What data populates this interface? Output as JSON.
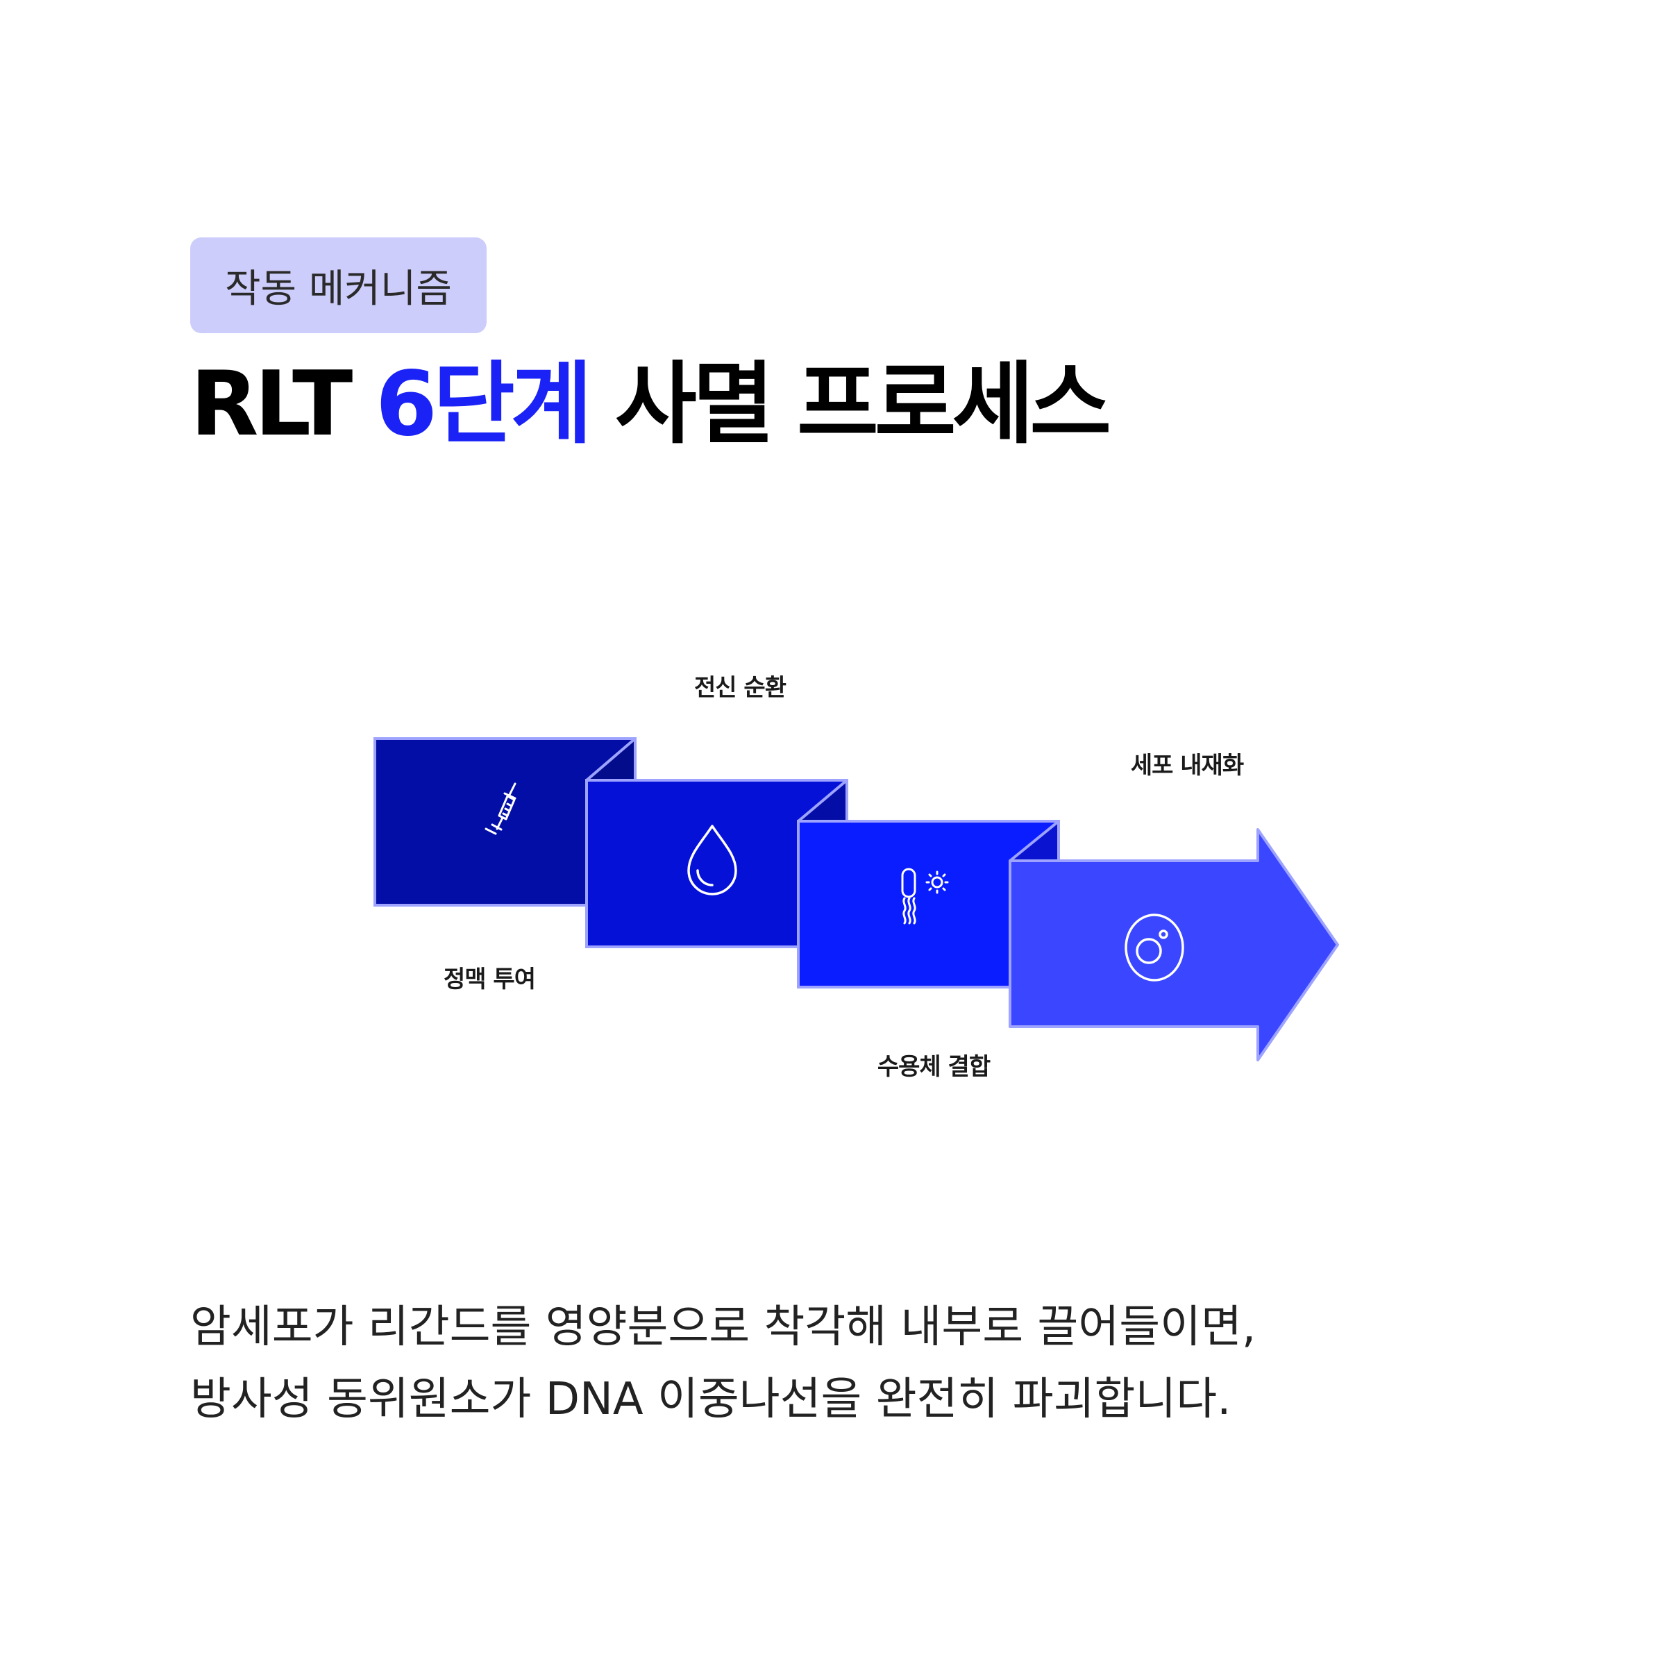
{
  "badge": {
    "label": "작동 메커니즘"
  },
  "title": {
    "prefix": "RLT ",
    "highlight": "6단계",
    "suffix": " 사멸 프로세스"
  },
  "diagram": {
    "steps": [
      {
        "label": "정맥 투여",
        "icon": "syringe-icon",
        "fill": "#020ea6"
      },
      {
        "label": "전신 순환",
        "icon": "droplet-icon",
        "fill": "#0611d8"
      },
      {
        "label": "수용체 결합",
        "icon": "bacteria-icon",
        "fill": "#0a1dff"
      },
      {
        "label": "세포 내재화",
        "icon": "cell-icon",
        "fill": "#3a46ff"
      }
    ],
    "border_color": "#9da3ff"
  },
  "description": {
    "line1": "암세포가 리간드를 영양분으로 착각해 내부로 끌어들이면,",
    "line2": "방사성 동위원소가 DNA 이중나선을 완전히 파괴합니다."
  },
  "colors": {
    "accent": "#1a22f5",
    "badge_bg": "#cdcdfc"
  }
}
